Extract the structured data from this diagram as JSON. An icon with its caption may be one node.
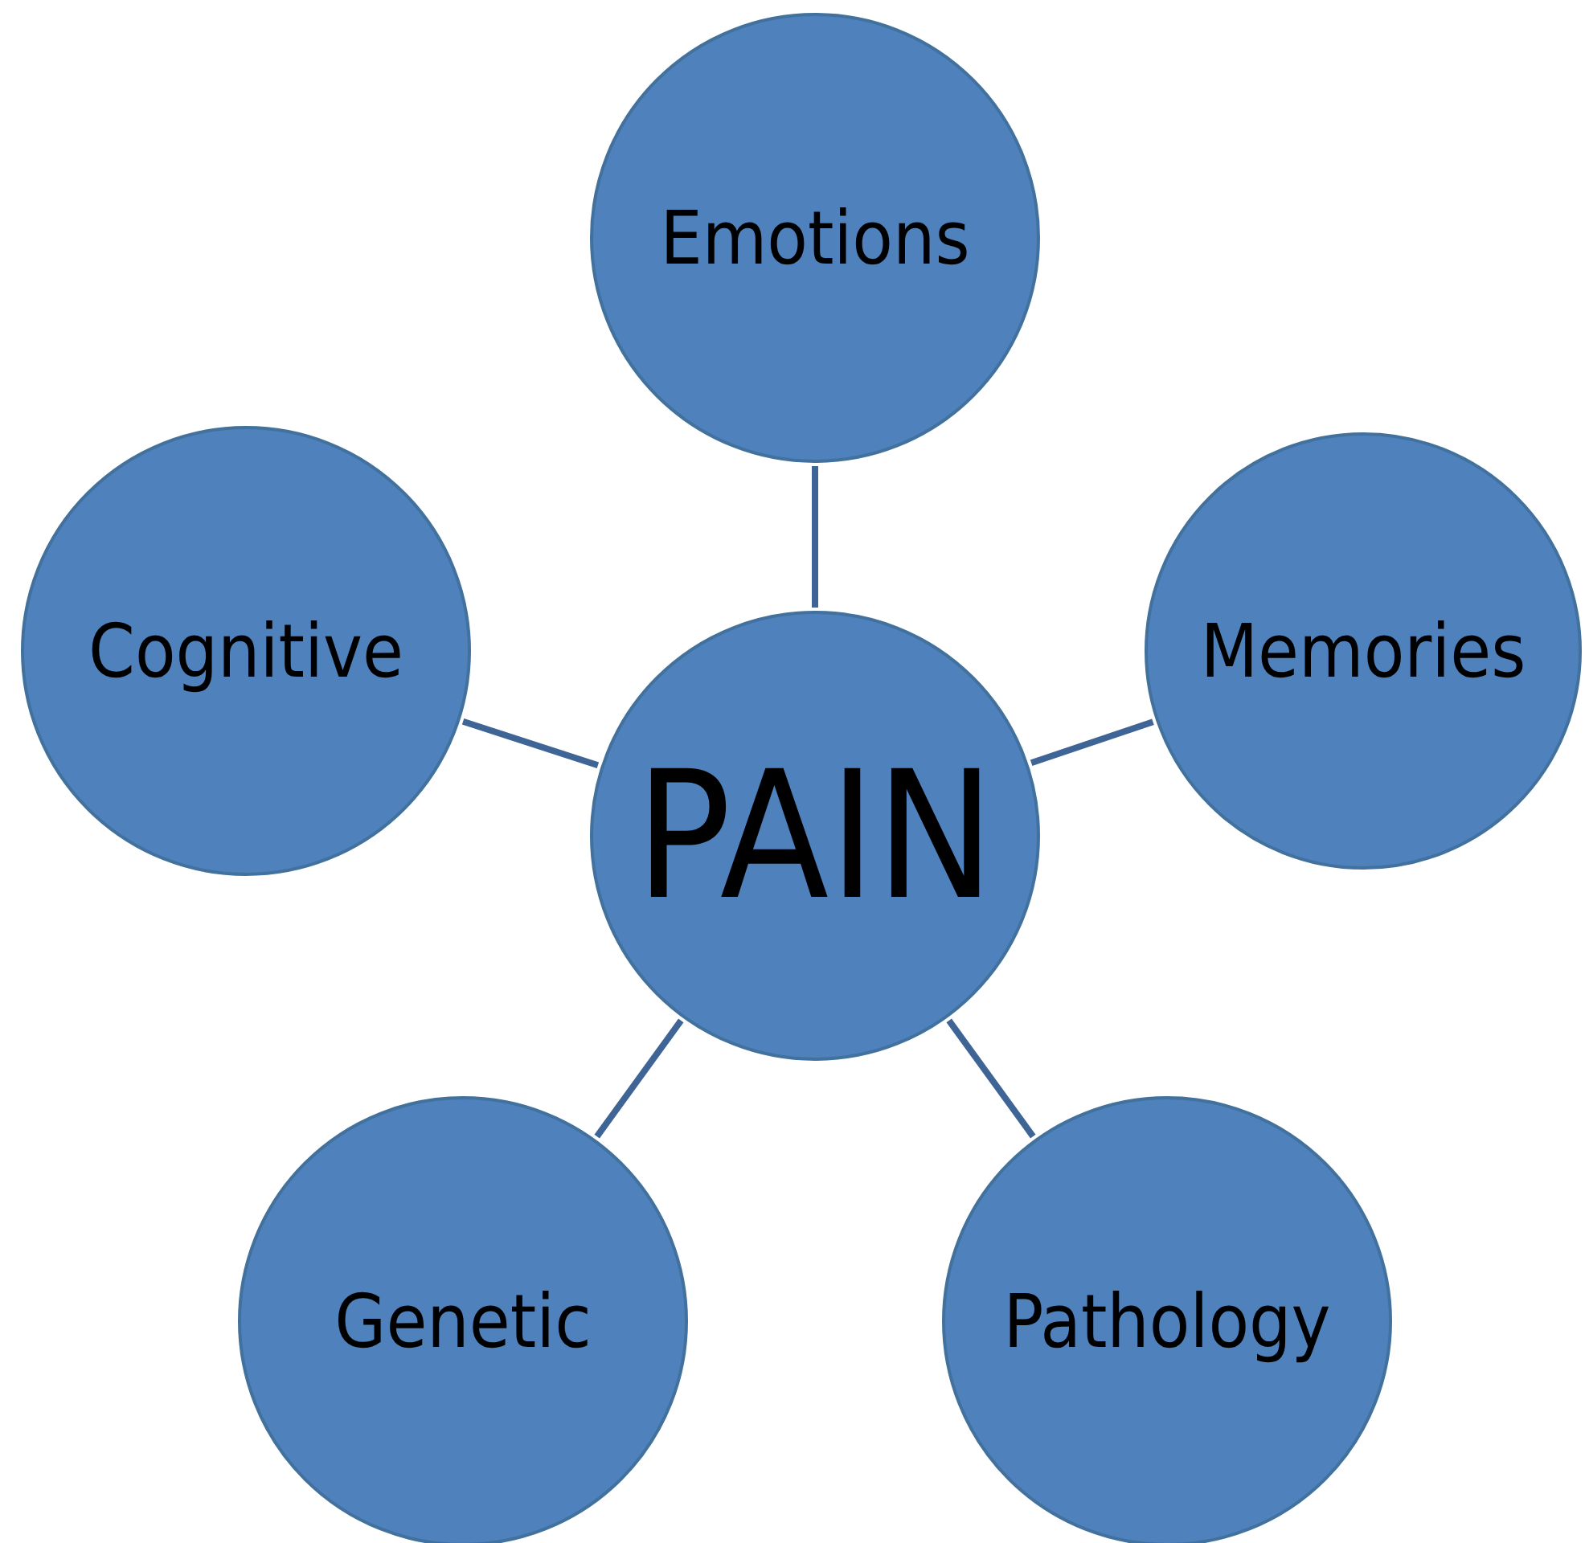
{
  "diagram": {
    "nodes": [
      {
        "text": [
          "PAIN"
        ]
      },
      {
        "text": [
          "Emotions"
        ]
      },
      {
        "text": [
          "Memories"
        ]
      },
      {
        "text": [
          "Pathology"
        ]
      },
      {
        "text": [
          "Genetic"
        ]
      },
      {
        "text": [
          "Cognitive"
        ]
      }
    ],
    "edges": [
      {
        "from": 0,
        "to": 1,
        "arrow": "none"
      },
      {
        "from": 0,
        "to": 2,
        "arrow": "none"
      },
      {
        "from": 0,
        "to": 3,
        "arrow": "none"
      },
      {
        "from": 0,
        "to": 4,
        "arrow": "none"
      },
      {
        "from": 0,
        "to": 5,
        "arrow": "none"
      }
    ]
  }
}
